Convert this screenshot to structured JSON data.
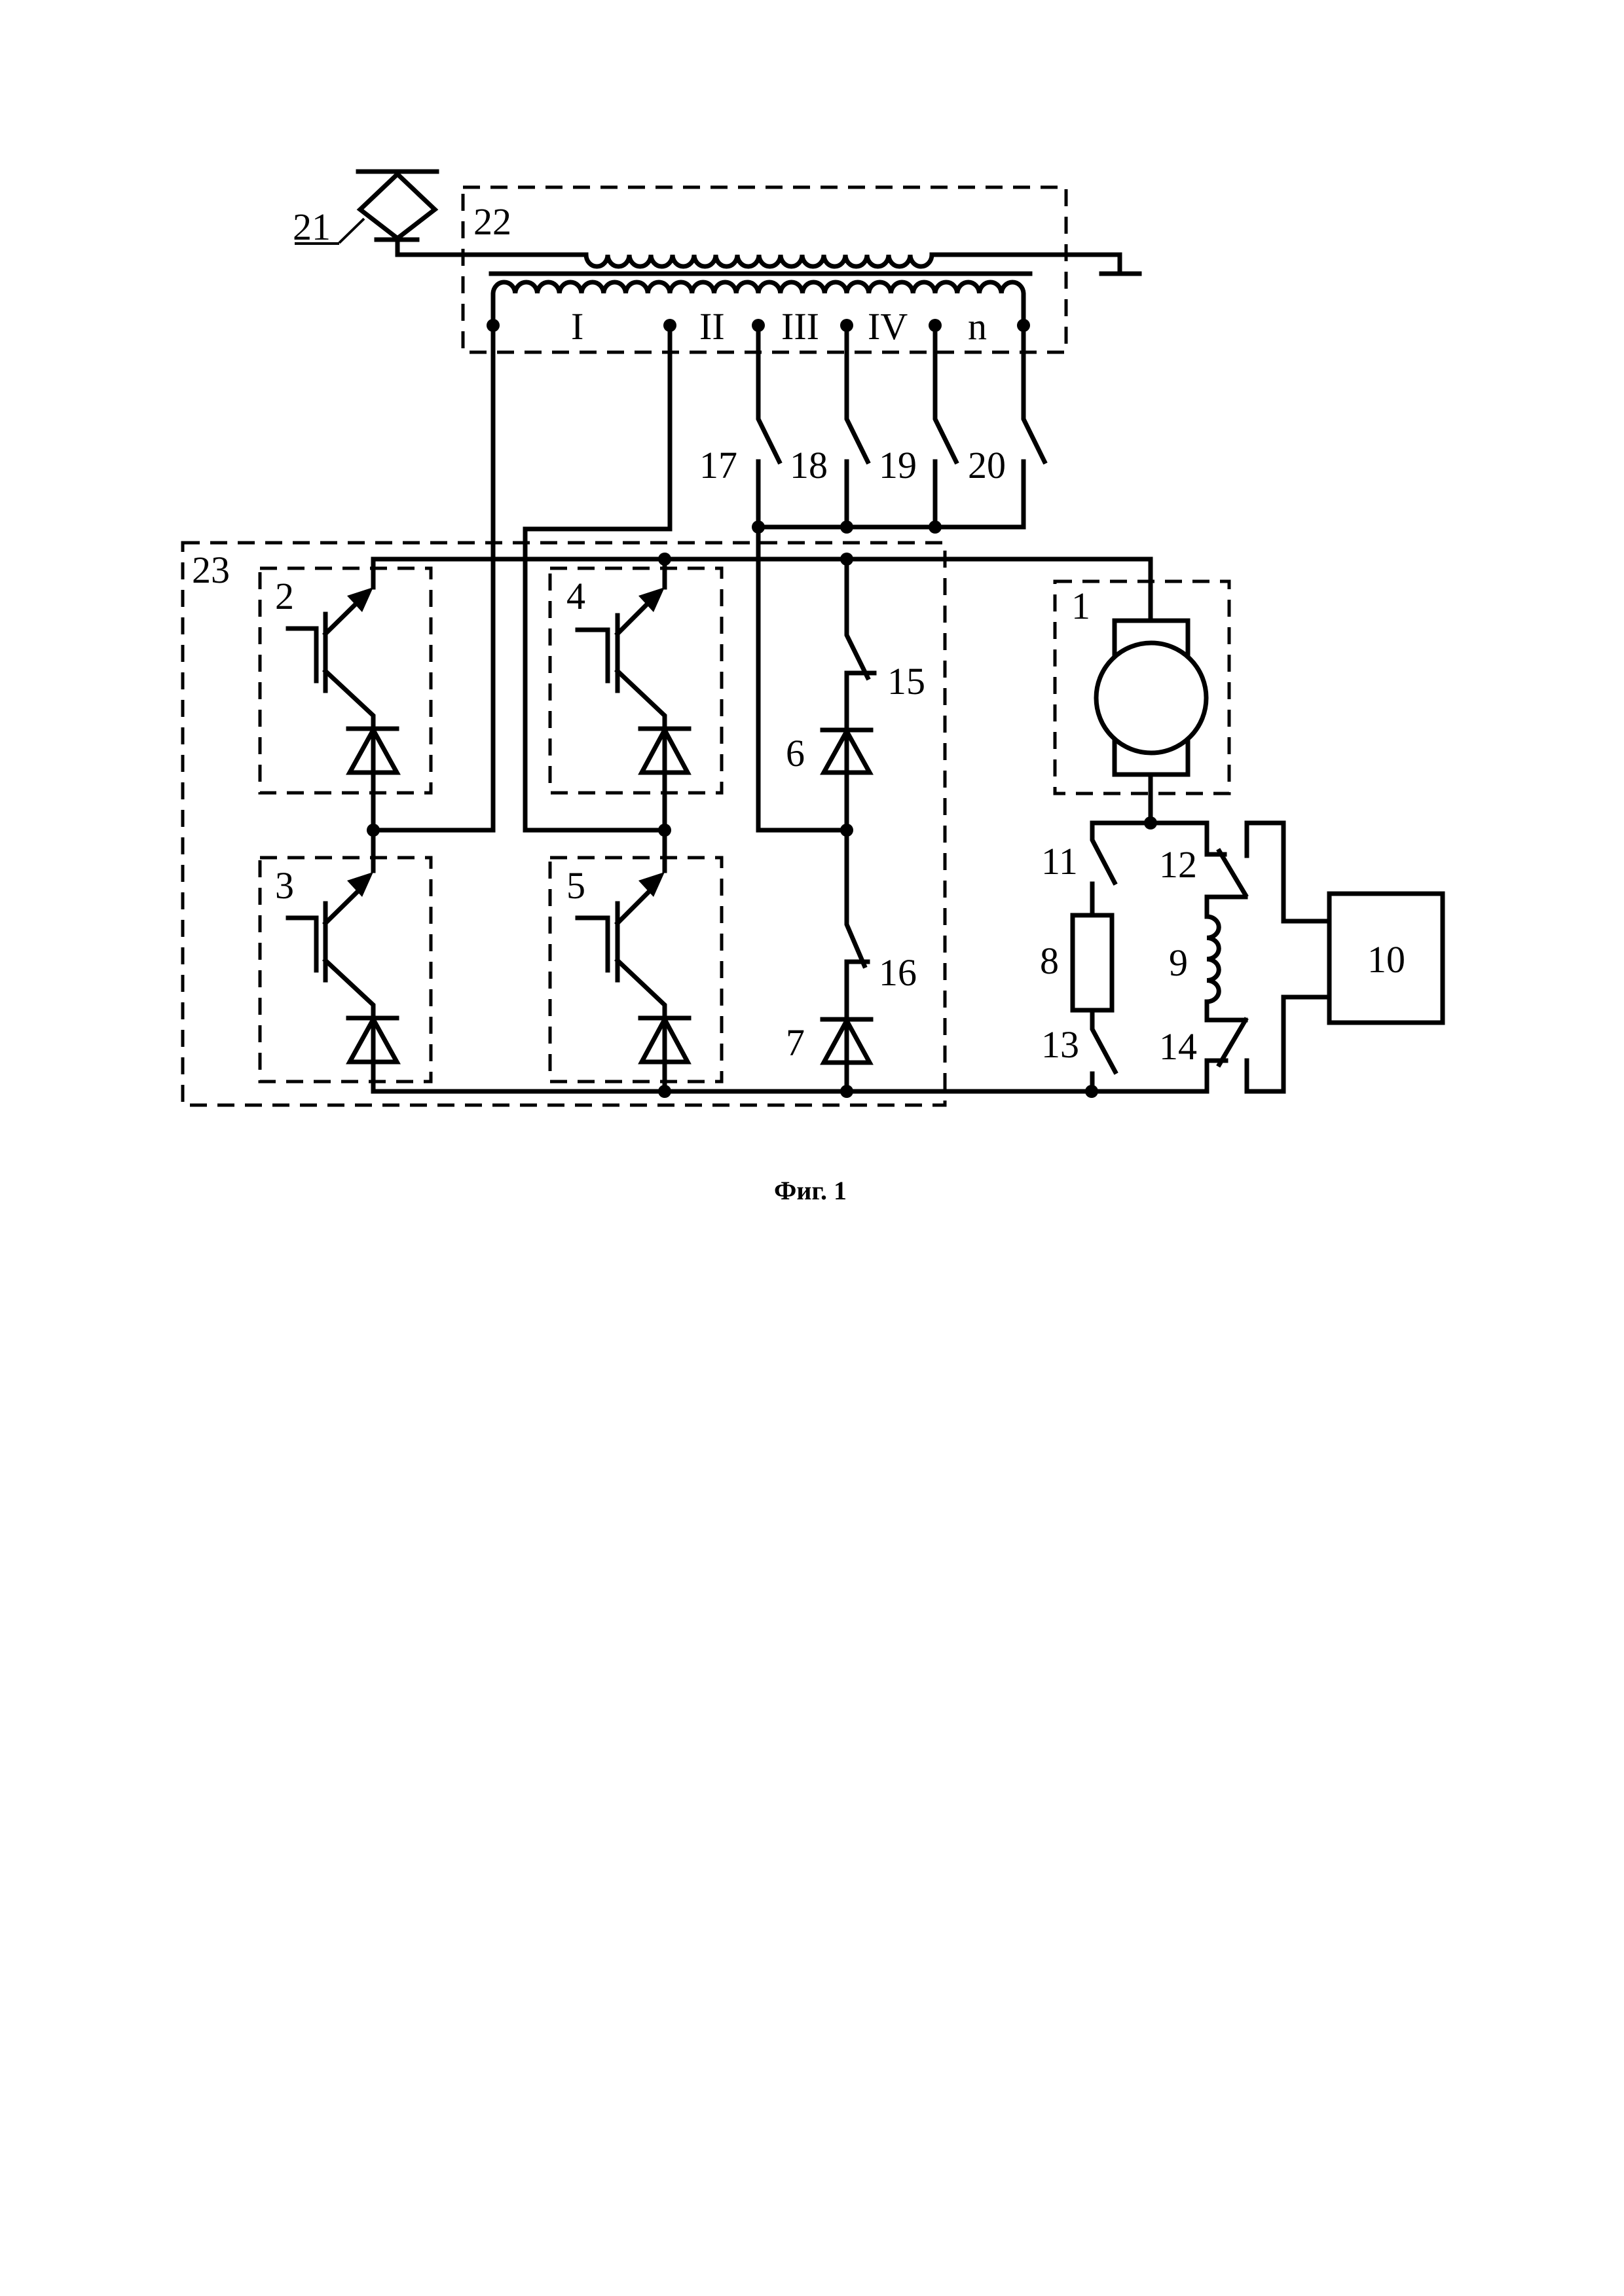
{
  "figure": {
    "caption": "Фиг. 1",
    "labels": {
      "motor": "1",
      "igbt_upper_left": "2",
      "igbt_lower_left": "3",
      "igbt_upper_right": "4",
      "igbt_lower_right": "5",
      "diode_upper": "6",
      "diode_lower": "7",
      "resistor": "8",
      "field_coil": "9",
      "control_unit": "10",
      "switch_11": "11",
      "switch_12": "12",
      "switch_13": "13",
      "switch_14": "14",
      "switch_15": "15",
      "switch_16": "16",
      "switch_17": "17",
      "switch_18": "18",
      "switch_19": "19",
      "switch_20": "20",
      "pantograph": "21",
      "transformer": "22",
      "converter": "23"
    },
    "winding_sections": [
      "I",
      "II",
      "III",
      "IV",
      "n"
    ]
  }
}
